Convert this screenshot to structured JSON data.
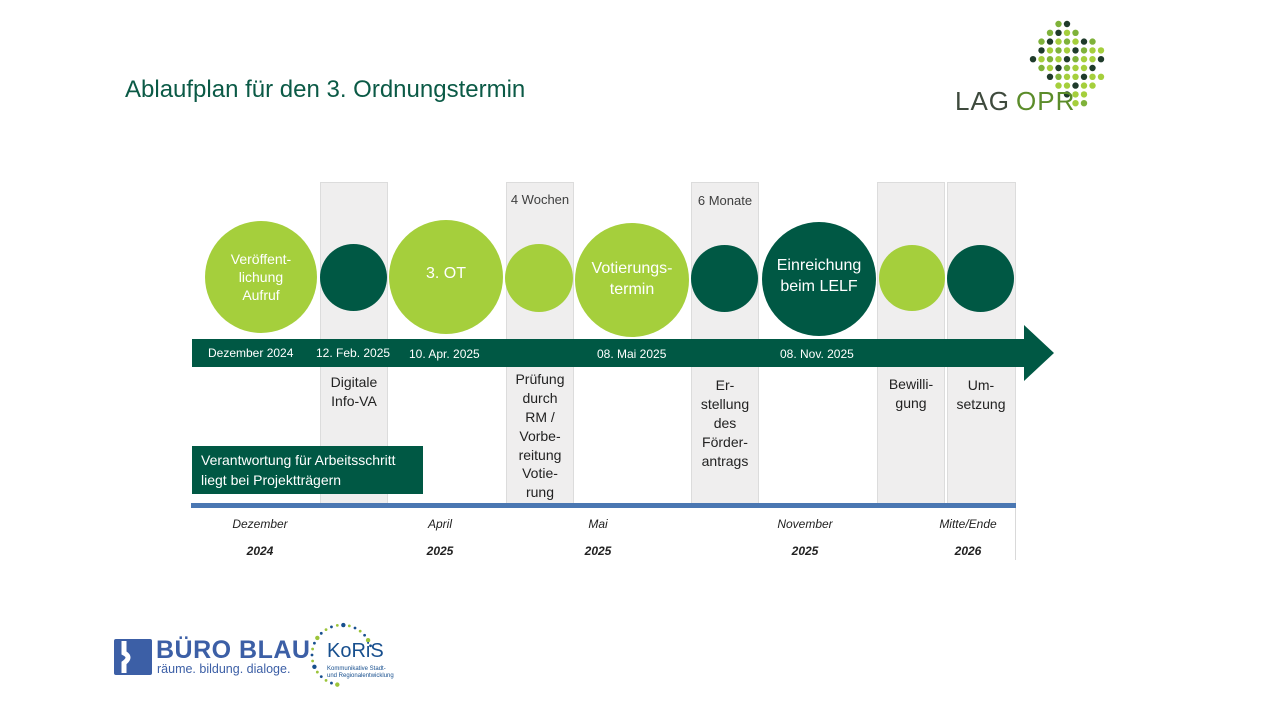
{
  "title": "Ablaufplan für den 3. Ordnungstermin",
  "logo_lag": {
    "part1": "LAG",
    "part2": "OPR"
  },
  "band_labels": {
    "four_weeks": "4 Wochen",
    "six_months": "6 Monate"
  },
  "milestones": [
    {
      "label": "Veröffent-\nlichung\nAufruf",
      "style": "light"
    },
    {
      "label": "",
      "style": "dark"
    },
    {
      "label": "3. OT",
      "style": "light"
    },
    {
      "label": "",
      "style": "light"
    },
    {
      "label": "Votierungs-\ntermin",
      "style": "light"
    },
    {
      "label": "",
      "style": "dark"
    },
    {
      "label": "Einreichung\nbeim LELF",
      "style": "dark"
    },
    {
      "label": "",
      "style": "light"
    },
    {
      "label": "",
      "style": "dark"
    }
  ],
  "arrow_dates": [
    "Dezember 2024",
    "12. Feb. 2025",
    "10. Apr. 2025",
    "08. Mai 2025",
    "08. Nov. 2025"
  ],
  "steps": {
    "info_va": "Digitale\nInfo-VA",
    "pruefung": "Prüfung\ndurch\nRM /\nVorbe-\nreitung\nVotie-\nrung",
    "erstellung": "Er-\nstellung\ndes\nFörder-\nantrags",
    "bewilligung": "Bewilli-\ngung",
    "umsetzung": "Um-\nsetzung"
  },
  "responsibility": "Verantwortung  für Arbeitsschritt\nliegt bei Projektträgern",
  "timeline": [
    {
      "month": "Dezember",
      "year": "2024"
    },
    {
      "month": "April",
      "year": "2025"
    },
    {
      "month": "Mai",
      "year": "2025"
    },
    {
      "month": "November",
      "year": "2025"
    },
    {
      "month": "Mitte/Ende",
      "year": "2026"
    }
  ],
  "logo_buero": {
    "name": "BÜRO BLAU",
    "tagline": "räume. bildung. dialoge."
  },
  "logo_koris": {
    "name": "KoRiS",
    "tagline": "Kommunikative Stadt-\nund Regionalentwicklung"
  },
  "colors": {
    "dark_green": "#005844",
    "light_green": "#a5cf3c",
    "band": "#efeeee",
    "blue_line": "#4a77b2"
  }
}
